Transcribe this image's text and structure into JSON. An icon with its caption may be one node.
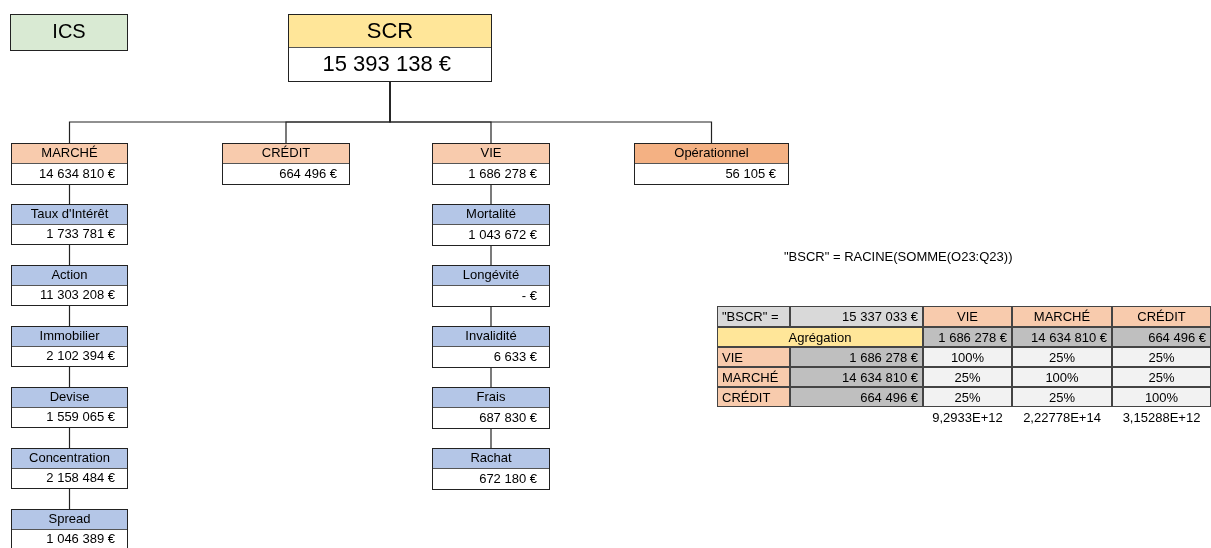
{
  "diagram": {
    "nodes": [
      {
        "text": [
          "ICS"
        ]
      },
      {
        "text": [
          "SCR",
          "15 393 138 €"
        ]
      },
      {
        "text": [
          "MARCHÉ",
          "14 634 810 €"
        ]
      },
      {
        "text": [
          "CRÉDIT",
          "664 496 €"
        ]
      },
      {
        "text": [
          "VIE",
          "1 686 278 €"
        ]
      },
      {
        "text": [
          "Opérationnel",
          "56 105 €"
        ]
      },
      {
        "text": [
          "Taux d'Intérêt",
          "1 733 781 €"
        ]
      },
      {
        "text": [
          "Action",
          "11 303 208 €"
        ]
      },
      {
        "text": [
          "Immobilier",
          "2 102 394 €"
        ]
      },
      {
        "text": [
          "Devise",
          "1 559 065 €"
        ]
      },
      {
        "text": [
          "Concentration",
          "2 158 484 €"
        ]
      },
      {
        "text": [
          "Spread",
          "1 046 389 €"
        ]
      },
      {
        "text": [
          "Mortalité",
          "1 043 672 €"
        ]
      },
      {
        "text": [
          "Longévité",
          "- €"
        ]
      },
      {
        "text": [
          "Invalidité",
          "6 633 €"
        ]
      },
      {
        "text": [
          "Frais",
          "687 830 €"
        ]
      },
      {
        "text": [
          "Rachat",
          "672 180 €"
        ]
      }
    ],
    "edges": [
      {
        "from": 1,
        "to": 2,
        "arrow": "none"
      },
      {
        "from": 1,
        "to": 3,
        "arrow": "none"
      },
      {
        "from": 1,
        "to": 4,
        "arrow": "none"
      },
      {
        "from": 1,
        "to": 5,
        "arrow": "none"
      },
      {
        "from": 2,
        "to": 6,
        "arrow": "none"
      },
      {
        "from": 6,
        "to": 7,
        "arrow": "none"
      },
      {
        "from": 7,
        "to": 8,
        "arrow": "none"
      },
      {
        "from": 8,
        "to": 9,
        "arrow": "none"
      },
      {
        "from": 9,
        "to": 10,
        "arrow": "none"
      },
      {
        "from": 10,
        "to": 11,
        "arrow": "none"
      },
      {
        "from": 4,
        "to": 12,
        "arrow": "none"
      },
      {
        "from": 12,
        "to": 13,
        "arrow": "none"
      },
      {
        "from": 13,
        "to": 14,
        "arrow": "none"
      },
      {
        "from": 14,
        "to": 15,
        "arrow": "none"
      },
      {
        "from": 15,
        "to": 16,
        "arrow": "none"
      }
    ],
    "labels": [
      "\"BSCR\" = RACINE(SOMME(O23:Q23))",
      "\"BSCR\" =",
      "15 337 033 €",
      "VIE",
      "MARCHÉ",
      "CRÉDIT",
      "Agrégation",
      "1 686 278 €",
      "14 634 810 €",
      "664 496 €",
      "VIE",
      "1 686 278 €",
      "100%",
      "25%",
      "25%",
      "MARCHÉ",
      "14 634 810 €",
      "25%",
      "100%",
      "25%",
      "CRÉDIT",
      "664 496 €",
      "25%",
      "25%",
      "100%",
      "9,2933E+12",
      "2,22778E+14",
      "3,15288E+12"
    ]
  }
}
